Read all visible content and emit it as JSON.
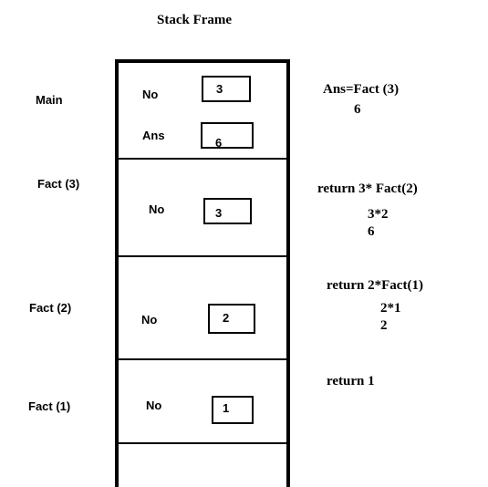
{
  "title": "Stack Frame",
  "frames": [
    {
      "label": "Main",
      "vars": [
        {
          "name": "No",
          "value": "3"
        },
        {
          "name": "Ans",
          "value": "6"
        }
      ],
      "notes": [
        "Ans=Fact (3)",
        "6"
      ]
    },
    {
      "label": "Fact (3)",
      "vars": [
        {
          "name": "No",
          "value": "3"
        }
      ],
      "notes": [
        "return  3* Fact(2)",
        "3*2",
        "6"
      ]
    },
    {
      "label": "Fact (2)",
      "vars": [
        {
          "name": "No",
          "value": "2"
        }
      ],
      "notes": [
        "return 2*Fact(1)",
        "2*1",
        "2"
      ]
    },
    {
      "label": "Fact (1)",
      "vars": [
        {
          "name": "No",
          "value": "1"
        }
      ],
      "notes": [
        "return 1"
      ]
    }
  ]
}
